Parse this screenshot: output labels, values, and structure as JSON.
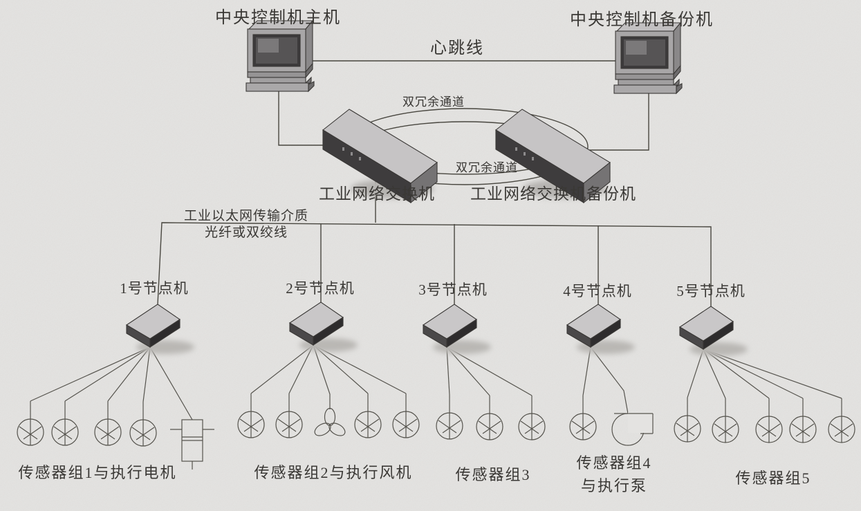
{
  "computers": {
    "main": "中央控制机主机",
    "backup": "中央控制机备份机"
  },
  "links": {
    "heartbeat": "心跳线",
    "redundant_top": "双冗余通道",
    "redundant_bottom": "双冗余通道",
    "medium_line1": "工业以太网传输介质",
    "medium_line2": "光纤或双绞线"
  },
  "switches": {
    "main": "工业网络交换机",
    "backup": "工业网络交换机备份机"
  },
  "nodes": [
    {
      "label": "1号节点机"
    },
    {
      "label": "2号节点机"
    },
    {
      "label": "3号节点机"
    },
    {
      "label": "4号节点机"
    },
    {
      "label": "5号节点机"
    }
  ],
  "sensor_groups": [
    {
      "label": "传感器组1与执行电机",
      "sensor_count": 4,
      "actuator": "motor"
    },
    {
      "label": "传感器组2与执行风机",
      "sensor_count": 4,
      "actuator": "fan"
    },
    {
      "label": "传感器组3",
      "sensor_count": 3,
      "actuator": "none"
    },
    {
      "label": "传感器组4",
      "label_line2": "与执行泵",
      "sensor_count": 1,
      "actuator": "pump"
    },
    {
      "label": "传感器组5",
      "sensor_count": 5,
      "actuator": "none"
    }
  ],
  "colors": {
    "background": "#e4e3e1",
    "line": "#48463f",
    "device_top": "#c9c7c8",
    "device_front_dark": "#3e3c3d",
    "device_side": "#79777a",
    "screen_dark": "#3c3a3b"
  }
}
